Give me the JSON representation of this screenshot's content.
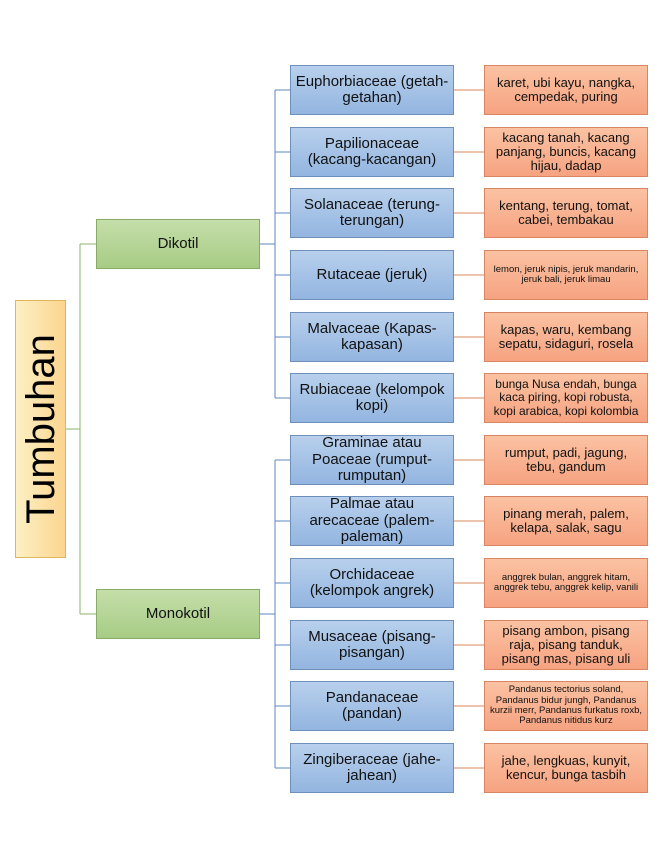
{
  "root": {
    "label": "Tumbuhan"
  },
  "groups": [
    {
      "label": "Dikotil",
      "families": [
        {
          "name": "Euphorbiaceae (getah-getahan)",
          "examples": "karet, ubi kayu, nangka, cempedak, puring",
          "size": "l"
        },
        {
          "name": "Papilionaceae (kacang-kacangan)",
          "examples": "kacang tanah, kacang panjang, buncis, kacang hijau, dadap",
          "size": "l"
        },
        {
          "name": "Solanaceae (terung-terungan)",
          "examples": "kentang, terung, tomat, cabei, tembakau",
          "size": "l"
        },
        {
          "name": "Rutaceae (jeruk)",
          "examples": "lemon, jeruk nipis, jeruk mandarin, jeruk bali, jeruk limau",
          "size": "s"
        },
        {
          "name": "Malvaceae (Kapas-kapasan)",
          "examples": "kapas, waru, kembang sepatu, sidaguri, rosela",
          "size": "l"
        },
        {
          "name": "Rubiaceae (kelompok kopi)",
          "examples": "bunga Nusa endah, bunga kaca piring, kopi robusta, kopi arabica, kopi kolombia",
          "size": "m"
        }
      ]
    },
    {
      "label": "Monokotil",
      "families": [
        {
          "name": "Graminae atau Poaceae (rumput-rumputan)",
          "examples": "rumput, padi, jagung, tebu, gandum",
          "size": "l"
        },
        {
          "name": "Palmae atau arecaceae (palem-paleman)",
          "examples": "pinang merah, palem, kelapa, salak, sagu",
          "size": "l"
        },
        {
          "name": "Orchidaceae (kelompok angrek)",
          "examples": "anggrek bulan, anggrek hitam, anggrek tebu, anggrek kelip, vanili",
          "size": "s"
        },
        {
          "name": "Musaceae (pisang-pisangan)",
          "examples": "pisang ambon, pisang raja, pisang tanduk, pisang mas, pisang uli",
          "size": "l"
        },
        {
          "name": "Pandanaceae (pandan)",
          "examples": "Pandanus tectorius soland, Pandanus bidur jungh, Pandanus kurzii merr, Pandanus furkatus roxb, Pandanus nitidus kurz",
          "size": "s"
        },
        {
          "name": "Zingiberaceae (jahe-jahean)",
          "examples": "jahe, lengkuas, kunyit, kencur, bunga tasbih",
          "size": "l"
        }
      ]
    }
  ],
  "colors": {
    "root": "#fbd58f",
    "group": "#a7cc85",
    "family": "#93b5e0",
    "example": "#f6a381",
    "connector_green": "#8db36f",
    "connector_blue": "#5b87bf",
    "connector_orange": "#d9875a"
  }
}
